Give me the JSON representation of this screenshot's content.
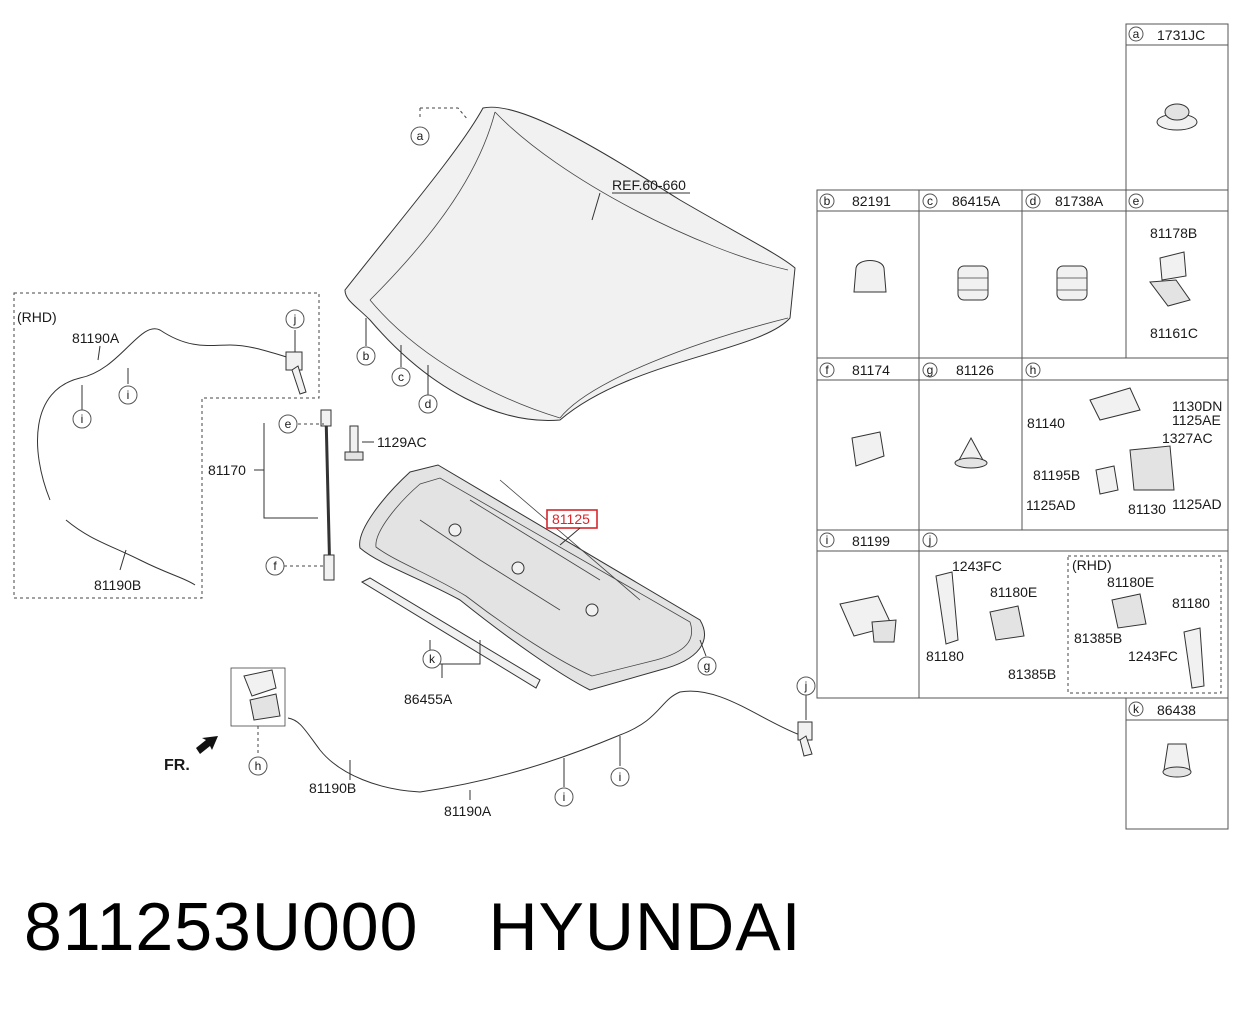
{
  "footer": {
    "part_number": "811253U000",
    "brand": "HYUNDAI"
  },
  "diagram": {
    "callouts": {
      "a": "a",
      "b": "b",
      "c": "c",
      "d": "d",
      "e": "e",
      "f": "f",
      "g": "g",
      "h": "h",
      "i": "i",
      "j": "j",
      "k": "k"
    },
    "labels": {
      "ref": "REF.60-660",
      "highlight": "81125",
      "rhd": "(RHD)",
      "cable_a": "81190A",
      "cable_b": "81190B",
      "rod": "81170",
      "bolt": "1129AC",
      "seal": "86455A",
      "front": "FR."
    },
    "highlight_color": "#d9262c",
    "table": {
      "a": {
        "key": "a",
        "code": "1731JC"
      },
      "b": {
        "key": "b",
        "code": "82191"
      },
      "c": {
        "key": "c",
        "code": "86415A"
      },
      "d": {
        "key": "d",
        "code": "81738A"
      },
      "e": {
        "key": "e",
        "code": "",
        "parts": [
          "81178B",
          "81161C"
        ]
      },
      "f": {
        "key": "f",
        "code": "81174"
      },
      "g": {
        "key": "g",
        "code": "81126"
      },
      "h": {
        "key": "h",
        "code": "",
        "parts": [
          "81140",
          "1130DN",
          "1125AE",
          "1327AC",
          "81195B",
          "1125AD",
          "81130",
          "1125AD"
        ]
      },
      "i": {
        "key": "i",
        "code": "81199"
      },
      "j": {
        "key": "j",
        "code": "",
        "parts": [
          "1243FC",
          "81180E",
          "81180",
          "81385B"
        ],
        "rhd": {
          "label": "(RHD)",
          "parts": [
            "81180E",
            "81180",
            "81385B",
            "1243FC"
          ]
        }
      },
      "k": {
        "key": "k",
        "code": "86438"
      }
    }
  }
}
